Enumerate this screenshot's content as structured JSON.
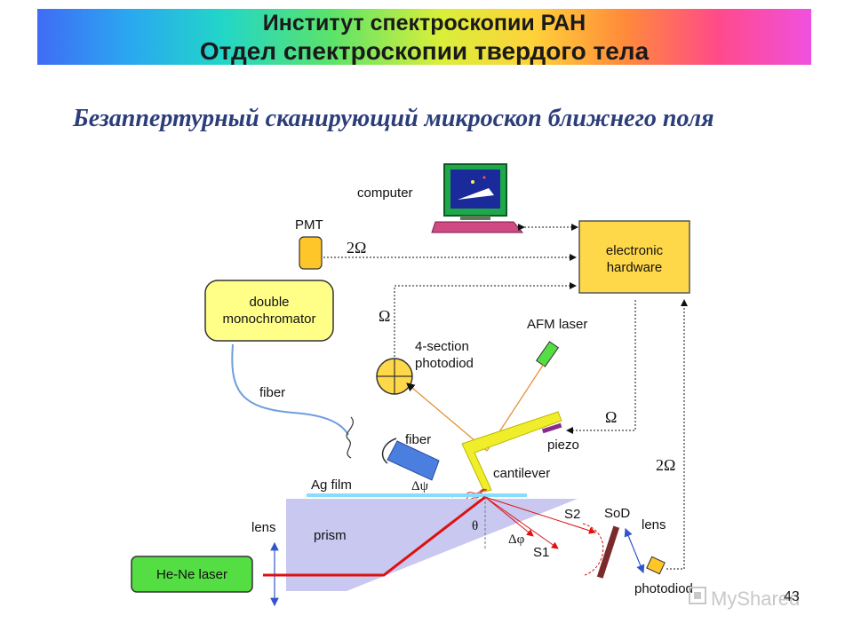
{
  "header": {
    "line1": "Институт спектроскопии РАН",
    "line2": "Отдел спектроскопии твердого тела"
  },
  "subtitle": "Безаппертурный сканирующий микроскоп ближнего поля",
  "labels": {
    "computer": "computer",
    "pmt": "PMT",
    "electronic_hardware": [
      "electronic",
      "hardware"
    ],
    "double_monochromator": [
      "double",
      "monochromator"
    ],
    "fiber_top": "fiber",
    "photodiod_4": [
      "4-section",
      "photodiod"
    ],
    "afm_laser": "AFM laser",
    "piezo": "piezo",
    "fiber_tip": "fiber",
    "cantilever": "cantilever",
    "ag_film": "Ag film",
    "lens_left": "lens",
    "prism": "prism",
    "he_ne_laser": "He-Ne laser",
    "s2": "S2",
    "s1": "S1",
    "sod": "SoD",
    "lens_right": "lens",
    "photodiod": "photodiod"
  },
  "symbols": {
    "two_omega_pmt": "2Ω",
    "omega_photodiod": "Ω",
    "omega_piezo": "Ω",
    "two_omega_right": "2Ω",
    "delta_psi": "Δψ",
    "theta": "θ",
    "delta_phi": "Δφ"
  },
  "watermark": "MyShared",
  "page_number": "43",
  "colors": {
    "box_yellow": "#ffd84a",
    "box_green": "#55dd44",
    "prism": "#c8c8f0",
    "ag_film": "#88ddff",
    "cantilever": "#f0ee2a",
    "laser_red": "#dd1111",
    "fiber_blue": "#6f9de0"
  },
  "icons": [
    "computer-icon",
    "pmt-detector-icon",
    "photodiode-4-section-icon",
    "afm-laser-icon",
    "piezo-icon",
    "fiber-tip-icon",
    "lens-icon",
    "photodiode-icon",
    "sod-mirror-icon",
    "watermark-logo-icon"
  ]
}
